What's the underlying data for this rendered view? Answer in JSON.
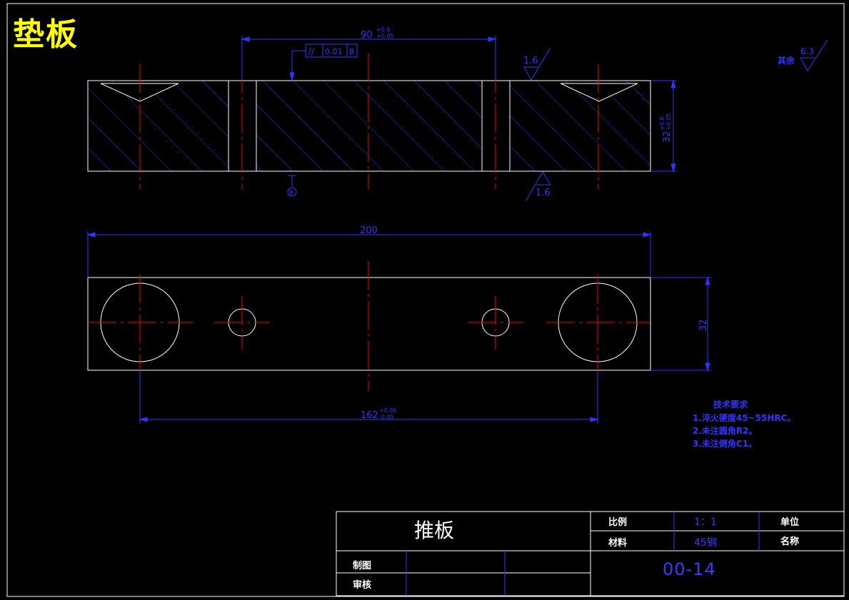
{
  "drawing_title": "垫板",
  "dimensions": {
    "top_span": "90",
    "top_span_tol_upper": "+0.8",
    "top_span_tol_lower": "+0.05",
    "thickness": "32",
    "thickness_tol_upper": "+0.8",
    "thickness_tol_lower": "+0.05",
    "overall_length": "200",
    "width": "32",
    "hole_span": "162",
    "hole_span_tol_upper": "+0.05",
    "hole_span_tol_lower": "-0.05"
  },
  "tolerance_frame": {
    "symbol": "//",
    "value": "0.01",
    "datum": "B"
  },
  "datum_label": "B",
  "surface_finish": {
    "top": "1.6",
    "bottom": "1.6",
    "rest_label": "其余",
    "rest_value": "6.3"
  },
  "tech_requirements": {
    "heading": "技术要求",
    "items": [
      "1.淬火硬度45~55HRC。",
      "2.未注圆角R2。",
      "3.未注倒角C1。"
    ]
  },
  "title_block": {
    "part_name": "推板",
    "scale_label": "比例",
    "scale_value": "1：1",
    "unit_label": "单位",
    "material_label": "材料",
    "material_value": "45钢",
    "name_label": "名称",
    "drawn_label": "制图",
    "checked_label": "审核",
    "drawing_number": "00-14"
  },
  "colors": {
    "outline": "#ffffff",
    "dimension": "#3333ff",
    "centerline": "#ff0000",
    "title": "#ffff00"
  }
}
